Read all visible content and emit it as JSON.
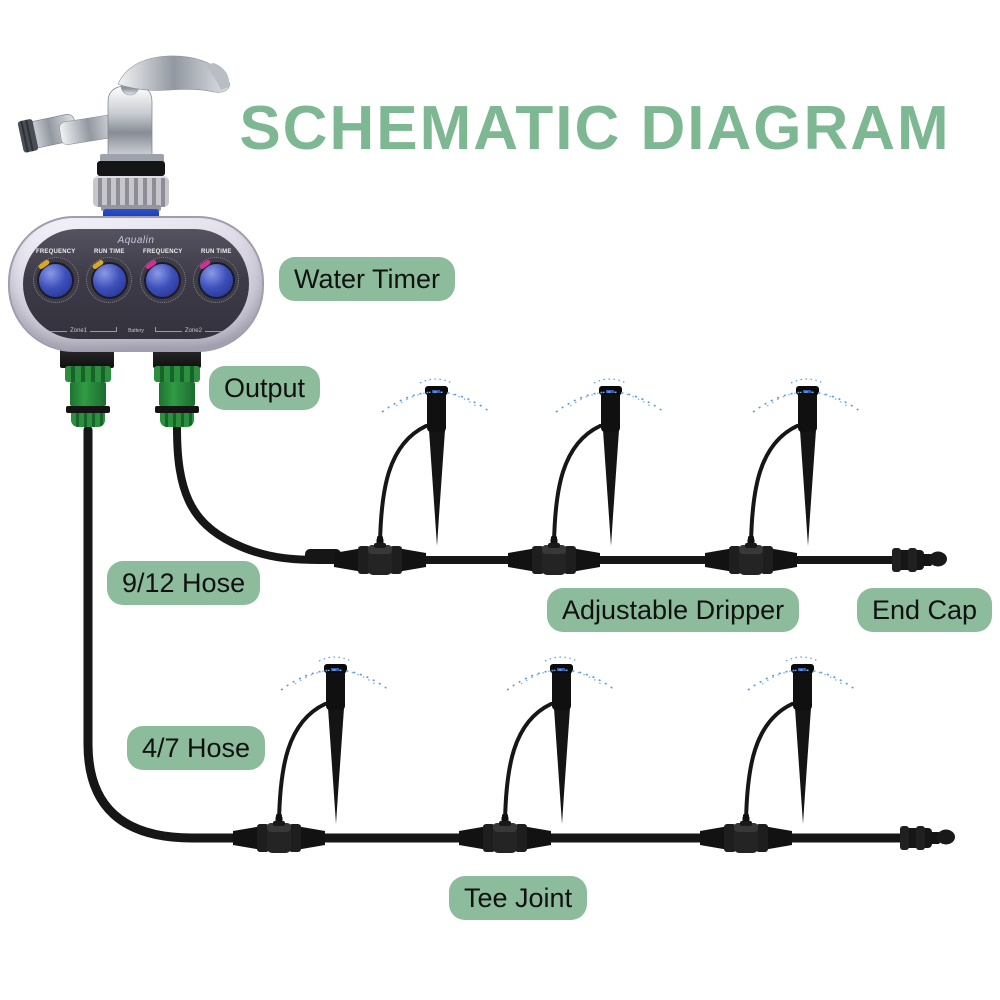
{
  "title": "SCHEMATIC DIAGRAM",
  "colors": {
    "title_green": "#7db892",
    "label_bg": "#8cbc9b",
    "label_text": "#111111",
    "spray_blue": "#5b9bd5",
    "knob_blue": "#3d4fba",
    "connector_green": "#2c8f3e",
    "hose_black": "#161616",
    "timer_blue_band": "#2a4fd0"
  },
  "labels": {
    "water_timer": "Water Timer",
    "output": "Output",
    "hose_9_12": "9/12 Hose",
    "adjustable_dripper": "Adjustable Dripper",
    "end_cap": "End Cap",
    "hose_4_7": "4/7 Hose",
    "tee_joint": "Tee Joint"
  },
  "timer": {
    "brand": "Aqualin",
    "knob_labels": [
      "FREQUENCY",
      "RUN TIME",
      "FREQUENCY",
      "RUN TIME"
    ],
    "zone_labels": [
      "Zone1",
      "Battery",
      "Zone2"
    ]
  }
}
